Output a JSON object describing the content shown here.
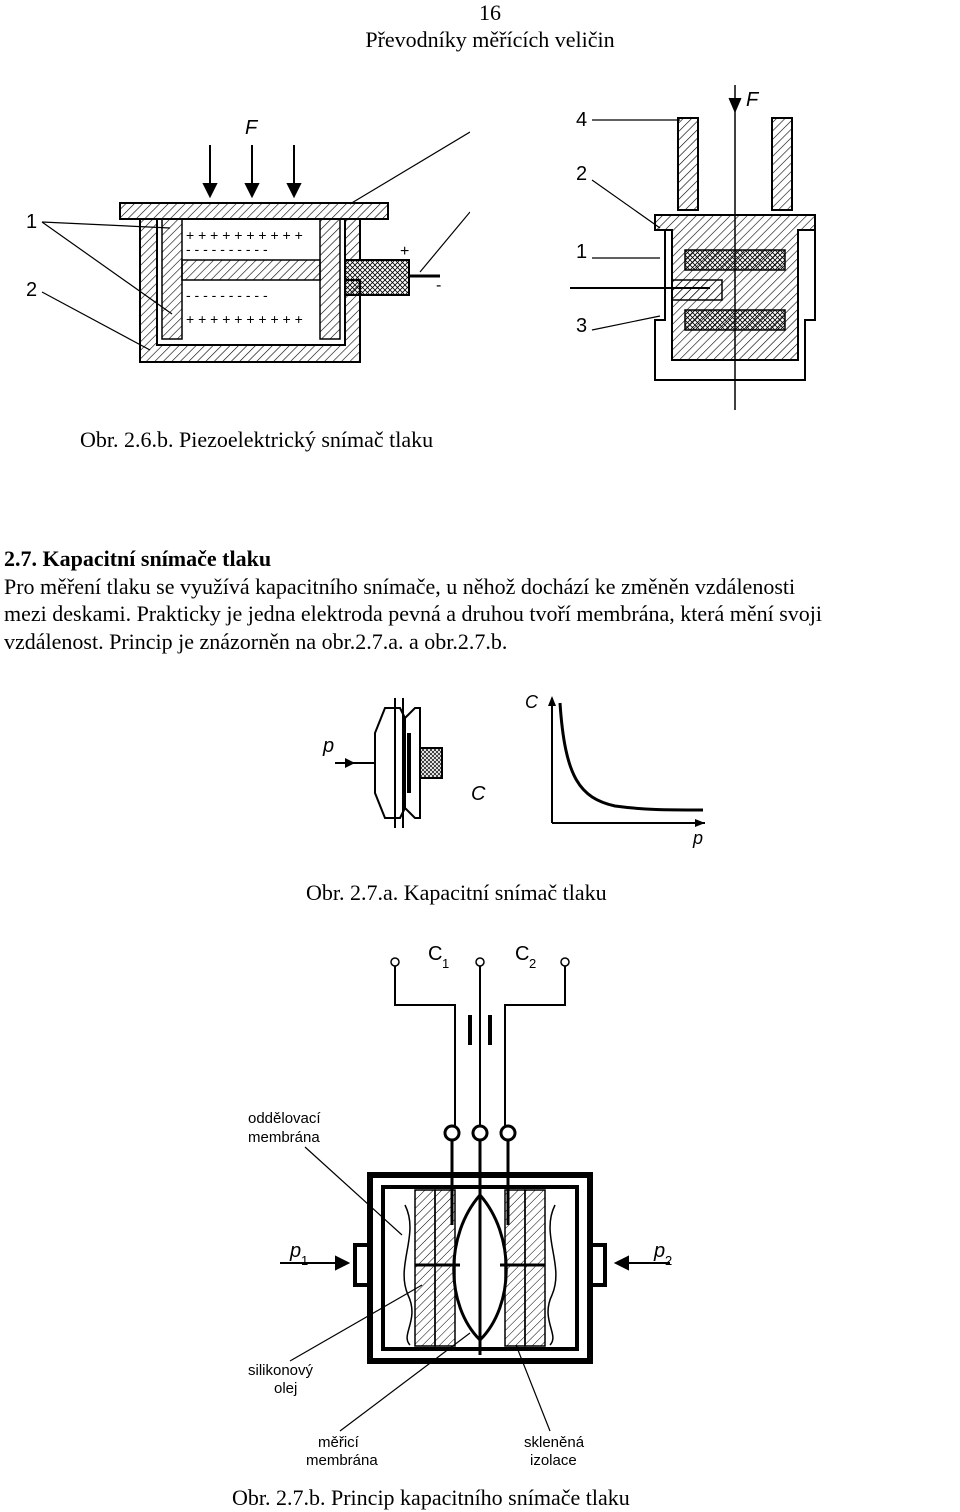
{
  "header": {
    "page_number": "16",
    "running_title": "Převodníky měřících veličin"
  },
  "fig_2_6_b": {
    "caption": "Obr. 2.6.b. Piezoelektrický snímač tlaku",
    "left_labels": {
      "force": "F",
      "n1": "1",
      "n2": "2",
      "n3": "3",
      "n4": "4",
      "plus": "+",
      "minus": "-"
    },
    "right_labels": {
      "force": "F",
      "n1": "1",
      "n2": "2",
      "n3": "3",
      "n4": "4"
    }
  },
  "section": {
    "heading": "2.7. Kapacitní snímače tlaku",
    "lines": [
      "Pro měření tlaku se využívá kapacitního snímače, u něhož dochází ke změněn vzdálenosti",
      "mezi deskami. Prakticky je jedna elektroda pevná a druhou tvoří membrána, která mění svoji",
      "vzdálenost. Princip je znázorněn na obr.2.7.a. a obr.2.7.b."
    ]
  },
  "fig_2_7_a": {
    "caption": "Obr. 2.7.a. Kapacitní snímač tlaku",
    "labels": {
      "pressure": "p",
      "capacity": "C",
      "axis_y": "C",
      "axis_x": "p"
    }
  },
  "fig_2_7_b": {
    "caption": "Obr. 2.7.b. Princip kapacitního snímače tlaku",
    "labels": {
      "c1": "C",
      "c1_sub": "1",
      "c2": "C",
      "c2_sub": "2",
      "p1": "p",
      "p1_sub": "1",
      "p2": "p",
      "p2_sub": "2",
      "separating_membrane_1": "oddělovací",
      "separating_membrane_2": "membrána",
      "silicone_oil_1": "silikonový",
      "silicone_oil_2": "olej",
      "measuring_membrane_1": "měřicí",
      "measuring_membrane_2": "membrána",
      "glass_insulation_1": "skleněná",
      "glass_insulation_2": "izolace"
    }
  }
}
